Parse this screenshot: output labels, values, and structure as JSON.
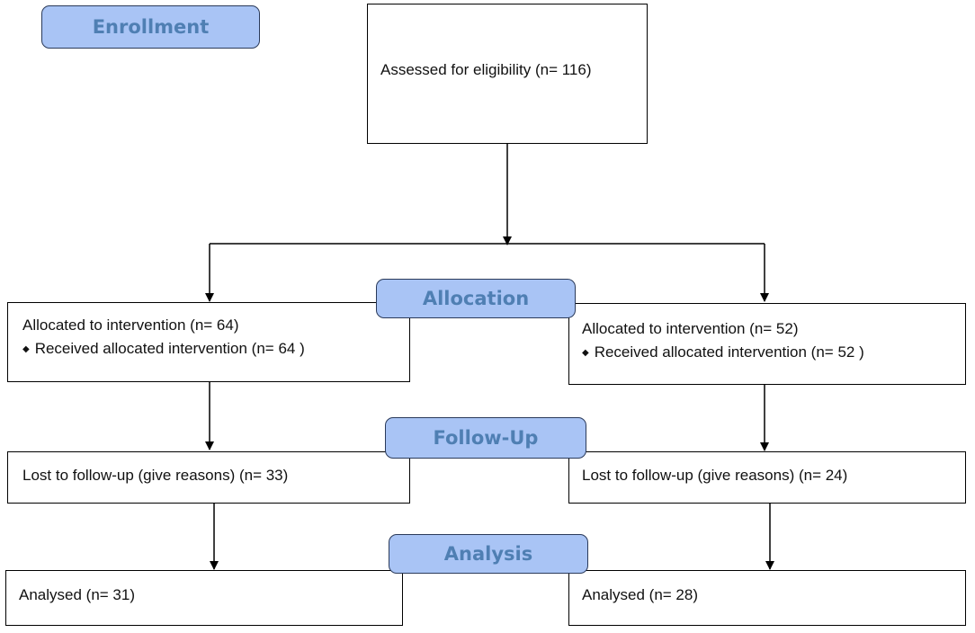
{
  "stages": {
    "enrollment": "Enrollment",
    "allocation": "Allocation",
    "follow_up": "Follow-Up",
    "analysis": "Analysis"
  },
  "assessed": "Assessed for eligibility (n= 116)",
  "left": {
    "allocated": "Allocated to intervention (n= 64)",
    "received": "Received allocated intervention (n= 64 )",
    "lost": "Lost to follow-up (give reasons) (n= 33)",
    "analysed": "Analysed (n= 31)"
  },
  "right": {
    "allocated": "Allocated to intervention (n= 52)",
    "received": "Received allocated intervention (n= 52 )",
    "lost": "Lost to follow-up (give reasons) (n= 24)",
    "analysed": "Analysed (n= 28)"
  },
  "colors": {
    "stage_fill": "#a9c4f5",
    "stage_text": "#4f7fb3",
    "line": "#000000"
  }
}
